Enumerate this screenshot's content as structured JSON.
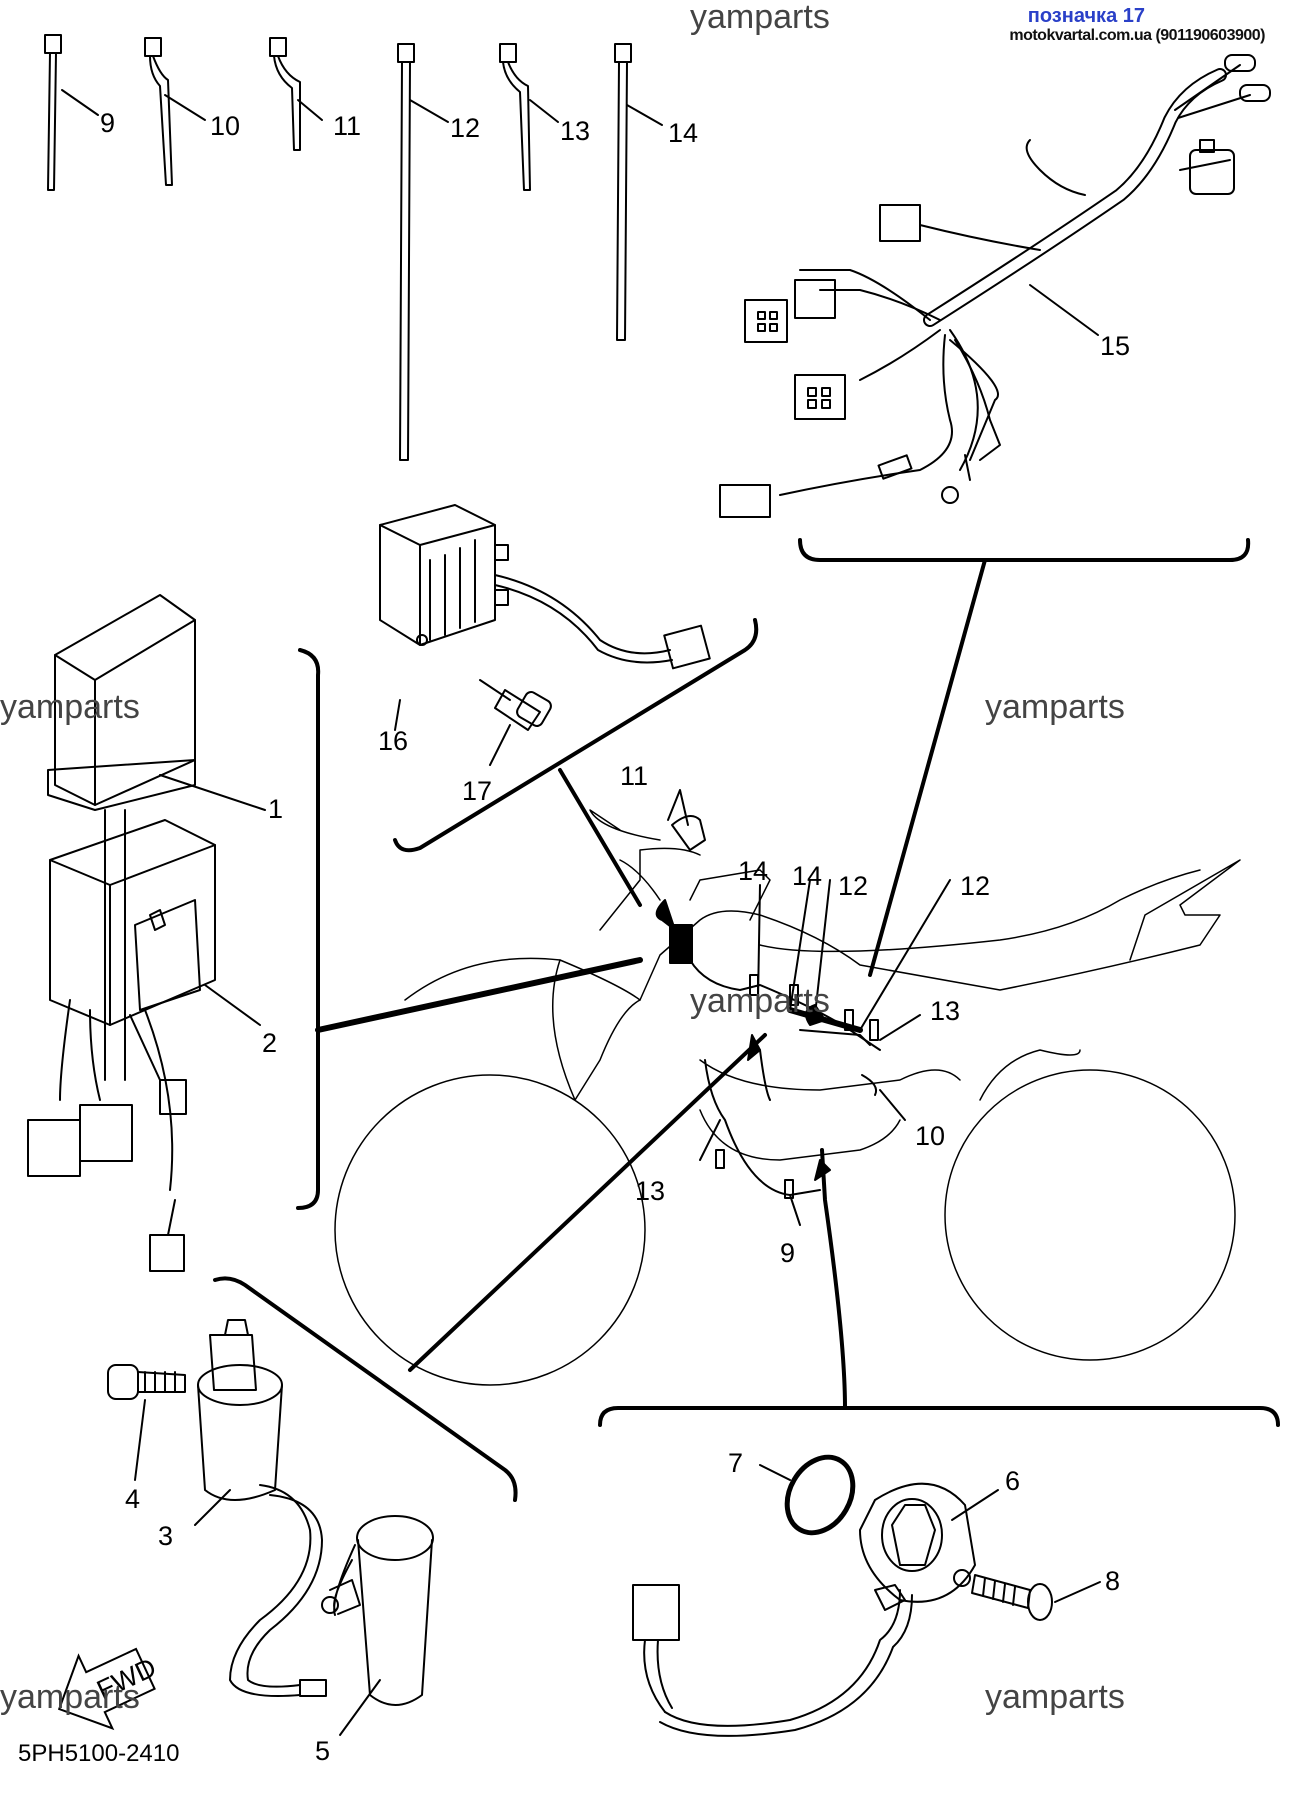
{
  "header": {
    "badge": "позначка 17",
    "site": "motokvartal.com.ua (901190603900)"
  },
  "watermark": "yamparts",
  "diagram_code": "5PH5100-2410",
  "fwd_label": "FWD",
  "callouts": {
    "c1": "1",
    "c2": "2",
    "c3": "3",
    "c4": "4",
    "c5": "5",
    "c6": "6",
    "c7": "7",
    "c8": "8",
    "c9": "9",
    "c10": "10",
    "c11": "11",
    "c12": "12",
    "c13": "13",
    "c14": "14",
    "c15": "15",
    "c16": "16",
    "c17": "17"
  },
  "colors": {
    "line": "#000000",
    "header_badge": "#2a40c8"
  }
}
